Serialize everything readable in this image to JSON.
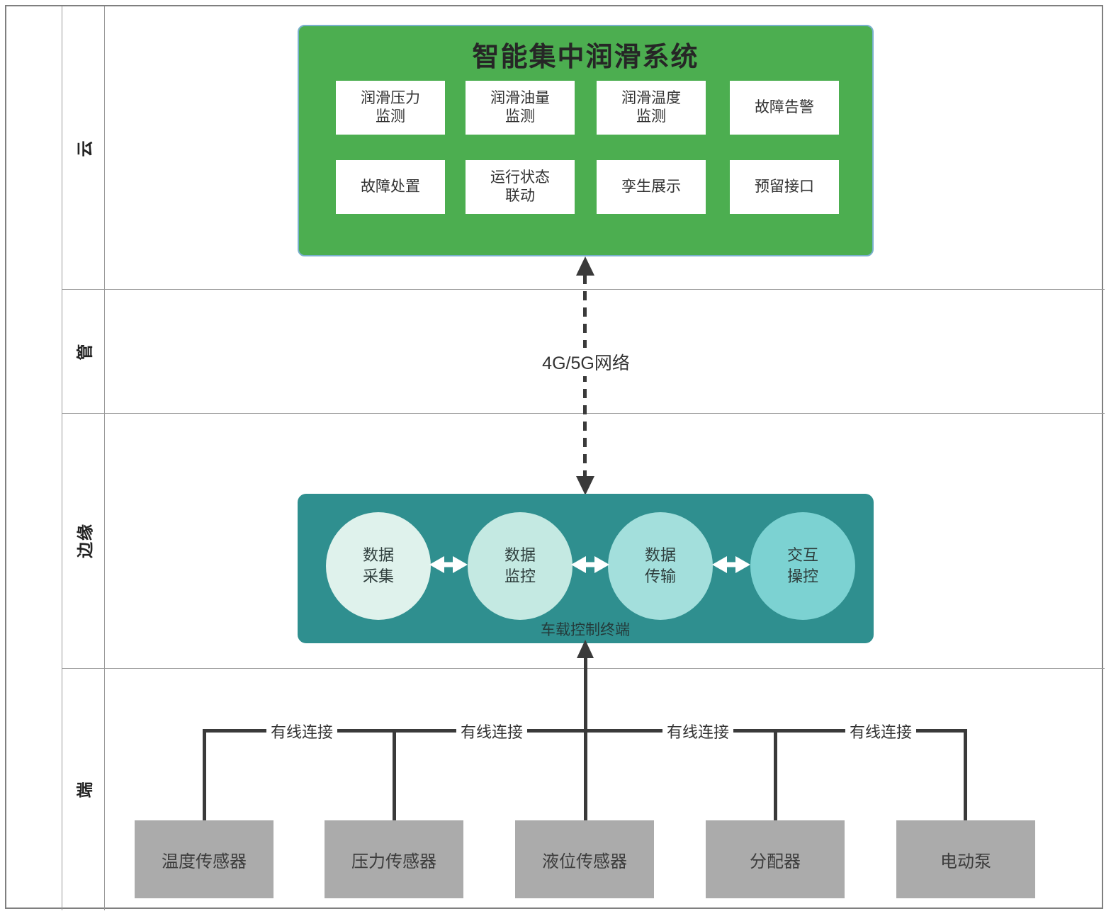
{
  "layers": {
    "items": [
      {
        "label": "云"
      },
      {
        "label": "管"
      },
      {
        "label": "边缘"
      },
      {
        "label": "端"
      }
    ]
  },
  "cloud_system": {
    "title": "智能集中润滑系统",
    "modules": [
      "润滑压力\n监测",
      "润滑油量\n监测",
      "润滑温度\n监测",
      "故障告警",
      "故障处置",
      "运行状态\n联动",
      "孪生展示",
      "预留接口"
    ]
  },
  "network": {
    "label": "4G/5G网络"
  },
  "edge_terminal": {
    "label": "车载控制终端",
    "functions": [
      "数据\n采集",
      "数据\n监控",
      "数据\n传输",
      "交互\n操控"
    ]
  },
  "wired": {
    "label": "有线连接"
  },
  "devices": [
    "温度传感器",
    "压力传感器",
    "液位传感器",
    "分配器",
    "电动泵"
  ],
  "colors": {
    "cloud_box": "#4CAE50",
    "cloud_box_border": "#79B0CC",
    "edge_box": "#2F8F8F",
    "function_circles": [
      "#DFF2EC",
      "#C4E9E2",
      "#A3DFDC",
      "#7CD2D2"
    ],
    "device_box": "#ABABAB",
    "connector": "#3A3A3A"
  }
}
